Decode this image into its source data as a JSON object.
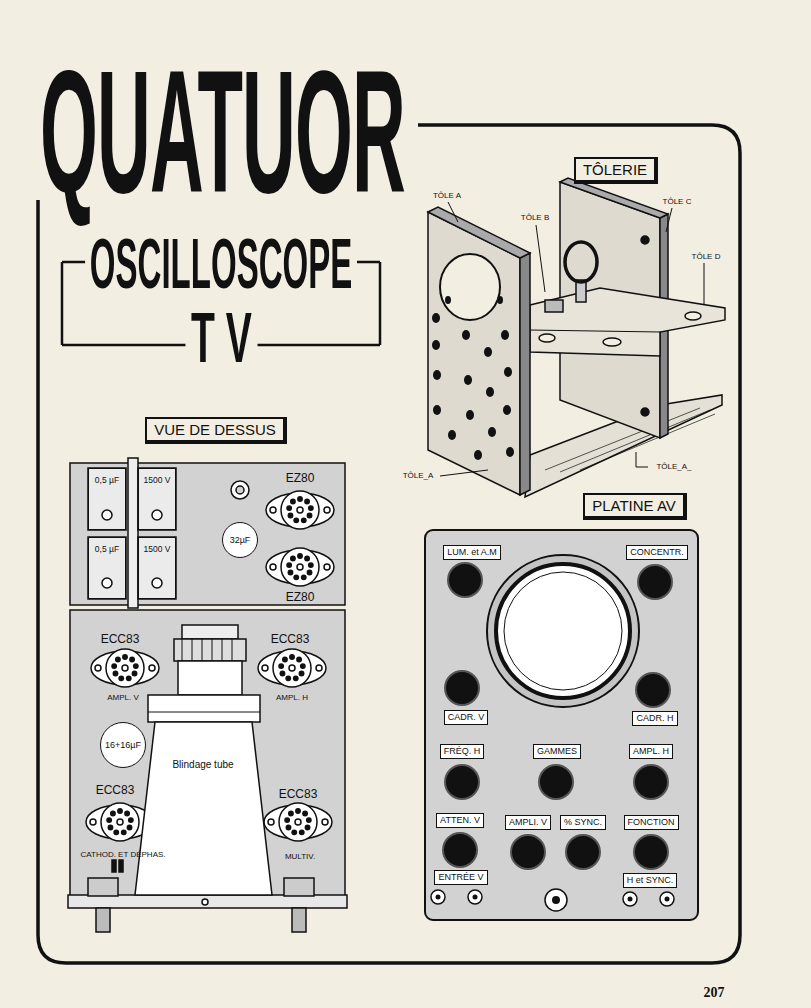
{
  "diagram": {
    "title": "QUATUOR",
    "nodes": [
      {
        "text": [
          "OSCILLOSCOPE",
          "T V"
        ]
      },
      {
        "text": [
          "TÔLERIE"
        ]
      },
      {
        "text": [
          "VUE DE DESSUS"
        ]
      },
      {
        "text": [
          "PLATINE AV"
        ]
      },
      {
        "text": [
          "0,5 µF"
        ]
      },
      {
        "text": [
          "1500 V"
        ]
      },
      {
        "text": [
          "0,5 µF"
        ]
      },
      {
        "text": [
          "1500 V"
        ]
      },
      {
        "text": [
          "32µF"
        ]
      },
      {
        "text": [
          "16+16µF"
        ]
      },
      {
        "text": [
          "LUM. et A.M"
        ]
      },
      {
        "text": [
          "CONCENTR."
        ]
      },
      {
        "text": [
          "CADR. V"
        ]
      },
      {
        "text": [
          "CADR. H"
        ]
      },
      {
        "text": [
          "FRÉQ. H"
        ]
      },
      {
        "text": [
          "GAMMES"
        ]
      },
      {
        "text": [
          "AMPL. H"
        ]
      },
      {
        "text": [
          "ATTEN. V"
        ]
      },
      {
        "text": [
          "AMPLI. V"
        ]
      },
      {
        "text": [
          "% SYNC."
        ]
      },
      {
        "text": [
          "FONCTION"
        ]
      },
      {
        "text": [
          "ENTRÉE V"
        ]
      },
      {
        "text": [
          "H et SYNC."
        ]
      }
    ],
    "labels": [
      "TÔLE A",
      "TÔLE B",
      "TÔLE C",
      "TÔLE D",
      "TÔLE_A",
      "TÔLE_A_",
      "EZ80",
      "EZ80",
      "ECC83",
      "ECC83",
      "AMPL. V",
      "AMPL. H",
      "Blindage tube",
      "ECC83",
      "ECC83",
      "CATHOD. ET DÉPHAS.",
      "MULTIV.",
      "207"
    ]
  }
}
